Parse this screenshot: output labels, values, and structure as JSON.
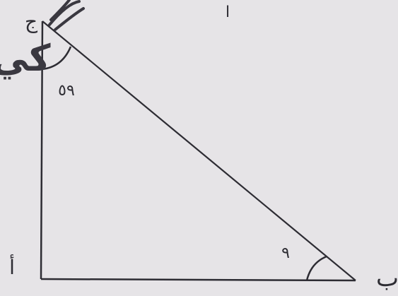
{
  "diagram": {
    "labels": {
      "top_center": "ا",
      "top_vertex": "ج",
      "right_vertex": "ب",
      "bottom_left_vertex": "أ",
      "angle_top": "٥٩",
      "angle_right": "٩",
      "handwritten_mark": "كي"
    },
    "colors": {
      "background": "#e6e4e7",
      "line": "#2d2c33",
      "ink": "#3a3840"
    }
  }
}
